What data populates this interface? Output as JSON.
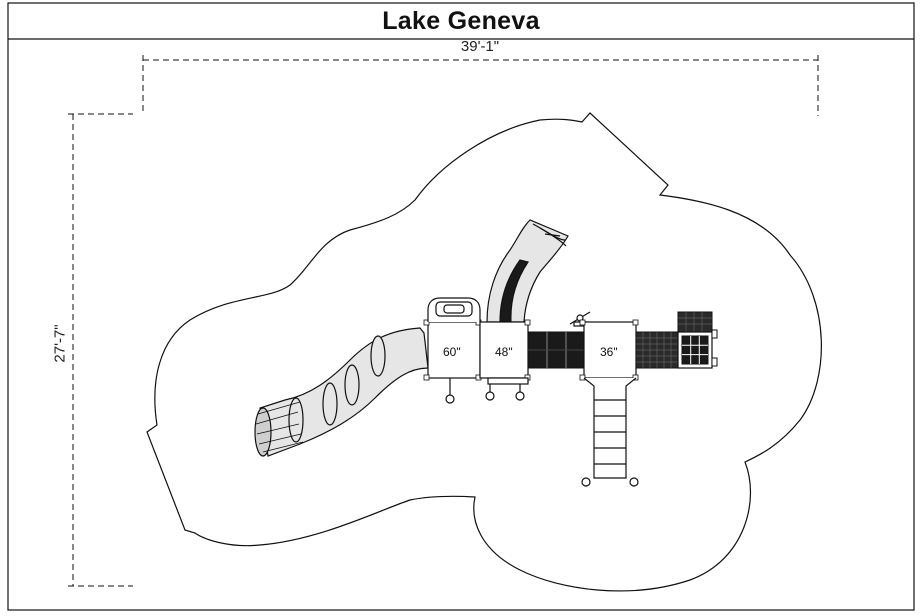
{
  "title": "Lake Geneva",
  "dimensions": {
    "width": "39'-1\"",
    "height": "27'-7\""
  },
  "decks": [
    {
      "id": "deck-60",
      "label": "60\""
    },
    {
      "id": "deck-48",
      "label": "48\""
    },
    {
      "id": "deck-36",
      "label": "36\""
    }
  ],
  "colors": {
    "line": "#111111",
    "background": "#ffffff",
    "slide_fill": "#e6e6e6",
    "panel_dark": "#1a1a1a"
  }
}
